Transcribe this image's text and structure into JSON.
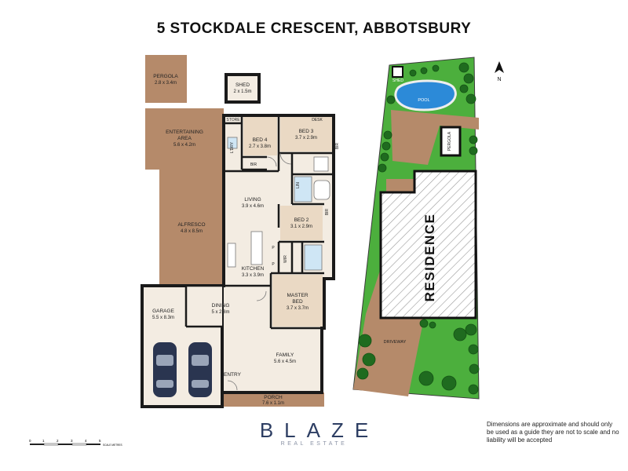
{
  "title": "5 STOCKDALE CRESCENT, ABBOTSBURY",
  "floorplan": {
    "rooms": {
      "pergola": {
        "name": "PERGOLA",
        "dims": "2.8 x 3.4m"
      },
      "shed": {
        "name": "SHED",
        "dims": "2 x 1.5m"
      },
      "store": {
        "name": "STORE"
      },
      "desk": {
        "name": "DESK"
      },
      "entertaining": {
        "name": "ENTERTAINING",
        "name2": "AREA",
        "dims": "5.6 x 4.2m"
      },
      "laundry": {
        "name": "L'DRY"
      },
      "bed4": {
        "name": "BED 4",
        "dims": "2.7 x 3.8m"
      },
      "bed3": {
        "name": "BED 3",
        "dims": "3.7 x 2.9m"
      },
      "bir1": {
        "name": "BIR"
      },
      "bir2": {
        "name": "BIR"
      },
      "bir3": {
        "name": "BIR"
      },
      "living": {
        "name": "LIVING",
        "dims": "3.9 x 4.6m"
      },
      "bed2": {
        "name": "BED 2",
        "dims": "3.1 x 2.9m"
      },
      "alfresco": {
        "name": "ALFRESCO",
        "dims": "4.8 x 8.5m"
      },
      "kitchen": {
        "name": "KITCHEN",
        "dims": "3.3 x 3.9m"
      },
      "wir": {
        "name": "WIR"
      },
      "lin": {
        "name": "LIN"
      },
      "pantry1": {
        "name": "P"
      },
      "pantry2": {
        "name": "P"
      },
      "master": {
        "name": "MASTER",
        "name2": "BED",
        "dims": "3.7 x 3.7m"
      },
      "garage": {
        "name": "GARAGE",
        "dims": "5.5 x 8.3m"
      },
      "dining": {
        "name": "DINING",
        "dims": "5 x 2.8m"
      },
      "family": {
        "name": "FAMILY",
        "dims": "5.6 x 4.5m"
      },
      "entry": {
        "name": "ENTRY"
      },
      "porch": {
        "name": "PORCH",
        "dims": "7.6 x 1.1m"
      }
    }
  },
  "siteplan": {
    "residence": "RESIDENCE",
    "pool": "POOL",
    "shed": "SHED",
    "pergola": "PERGOLA",
    "driveway": "DRIVEWAY",
    "north": "N"
  },
  "colors": {
    "wall": "#1a1a1a",
    "floor_interior": "#f3ece2",
    "floor_outdoor": "#b58a6a",
    "grass": "#4caf3d",
    "pool": "#2c8ad8",
    "brand": "#2d3e63"
  },
  "brand": {
    "name": "BLAZE",
    "tagline": "REAL ESTATE"
  },
  "disclaimer": "Dimensions are approximate and should only be used as a guide they are not to scale and no liability will be accepted",
  "scale": {
    "ticks": [
      "0",
      "1",
      "2",
      "3",
      "4",
      "5"
    ],
    "label": "SCALE METRES"
  }
}
